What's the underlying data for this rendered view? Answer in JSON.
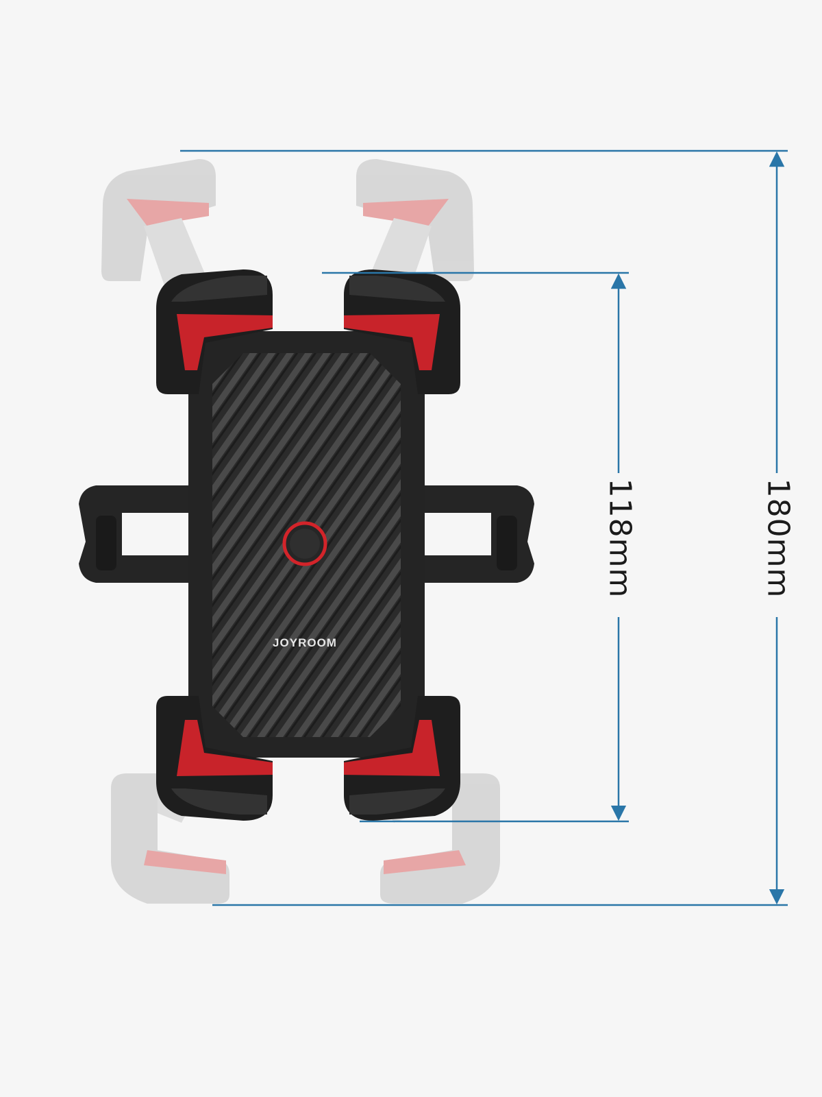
{
  "dimensions": {
    "inner": {
      "value": 118,
      "unit": "mm",
      "label": "118mm"
    },
    "outer": {
      "value": 180,
      "unit": "mm",
      "label": "180mm"
    }
  },
  "brand_logo_text": "JOYROOM",
  "colors": {
    "background": "#f6f6f6",
    "dimension_line": "#2a76a8",
    "holder_body": "#232323",
    "accent_red": "#d3242a",
    "ghost_arm": "#d4d4d4",
    "ghost_accent": "#e9a5a5"
  }
}
